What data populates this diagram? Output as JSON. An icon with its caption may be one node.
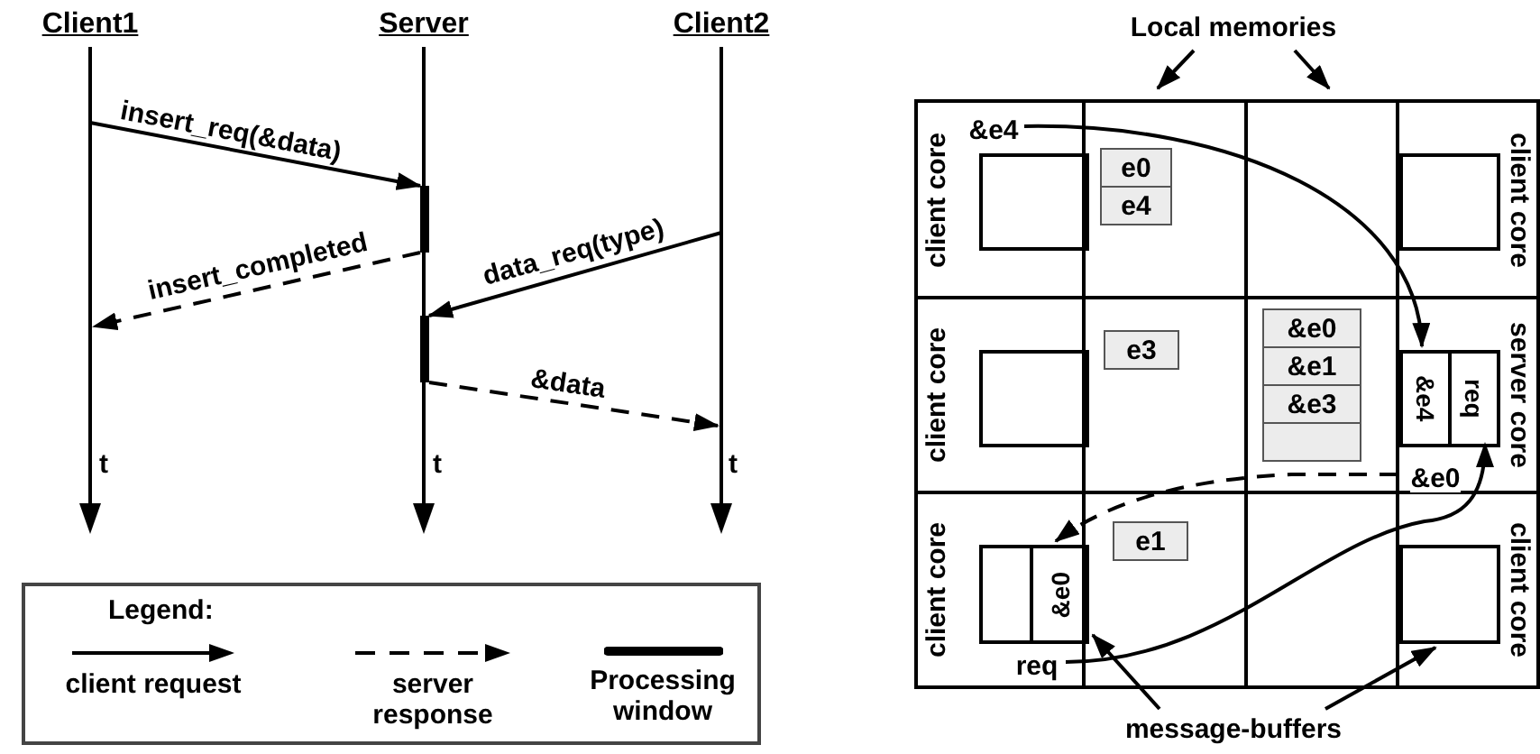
{
  "diagram": {
    "nodes": [
      {
        "text": [
          "Client1"
        ]
      },
      {
        "text": [
          "Server"
        ]
      },
      {
        "text": [
          "Client2"
        ]
      },
      {
        "text": [],
        "shape": "bar"
      },
      {
        "text": [],
        "shape": "bar"
      },
      {
        "text": [
          "Local memories"
        ]
      },
      {
        "text": [
          "client core"
        ]
      },
      {
        "text": [
          "&e4"
        ],
        "in": 6
      },
      {
        "text": [],
        "shape": "box",
        "in": 6
      },
      {
        "text": [],
        "shape": "box"
      },
      {
        "text": [
          "e0"
        ],
        "in": 9
      },
      {
        "text": [
          "e4"
        ],
        "in": 9
      },
      {
        "text": [
          "client core"
        ]
      },
      {
        "text": [],
        "shape": "box",
        "in": 12
      },
      {
        "text": [
          "client core"
        ]
      },
      {
        "text": [],
        "shape": "box",
        "in": 14
      },
      {
        "text": [],
        "shape": "box"
      },
      {
        "text": [
          "e3"
        ],
        "in": 16
      },
      {
        "text": [],
        "shape": "box"
      },
      {
        "text": [
          "&e0"
        ],
        "in": 18
      },
      {
        "text": [
          "&e1"
        ],
        "in": 18
      },
      {
        "text": [
          "&e3"
        ],
        "in": 18
      },
      {
        "text": [],
        "shape": "box",
        "in": 18
      },
      {
        "text": [
          "server core"
        ]
      },
      {
        "text": [
          "&e4"
        ],
        "in": 23
      },
      {
        "text": [
          "req"
        ],
        "in": 23
      },
      {
        "text": [
          "&e0"
        ],
        "in": 23
      },
      {
        "text": [
          "client core"
        ]
      },
      {
        "text": [],
        "shape": "box",
        "in": 27
      },
      {
        "text": [
          "&e0"
        ],
        "in": 27
      },
      {
        "text": [
          "req"
        ],
        "in": 27
      },
      {
        "text": [],
        "shape": "box"
      },
      {
        "text": [
          "e1"
        ],
        "in": 31
      },
      {
        "text": [
          "client core"
        ]
      },
      {
        "text": [],
        "shape": "box",
        "in": 33
      },
      {
        "text": [
          "message-buffers"
        ]
      }
    ],
    "edges": [
      {
        "from": 0,
        "to": 3,
        "arrow": "to",
        "label": "insert_req(&data)"
      },
      {
        "from": 3,
        "to": 0,
        "arrow": "to",
        "label": "insert_completed",
        "style": "dashed"
      },
      {
        "from": 2,
        "to": 4,
        "arrow": "to",
        "label": "data_req(type)"
      },
      {
        "from": 4,
        "to": 2,
        "arrow": "to",
        "label": "&data",
        "style": "dashed"
      },
      {
        "from": 5,
        "to": 9,
        "arrow": "to"
      },
      {
        "from": 5,
        "to": null,
        "arrow": "to"
      },
      {
        "from": 7,
        "to": 24,
        "arrow": "to"
      },
      {
        "from": 26,
        "to": 29,
        "arrow": "to",
        "style": "dashed"
      },
      {
        "from": 30,
        "to": 25,
        "arrow": "to"
      },
      {
        "from": 35,
        "to": 29,
        "arrow": "to"
      },
      {
        "from": 35,
        "to": 34,
        "arrow": "to"
      }
    ],
    "labels": [
      "t",
      "t",
      "t",
      "Legend:"
    ],
    "legend": [
      {
        "text": "client request"
      },
      {
        "text": "server response"
      },
      {
        "text": "Processing window"
      }
    ]
  }
}
